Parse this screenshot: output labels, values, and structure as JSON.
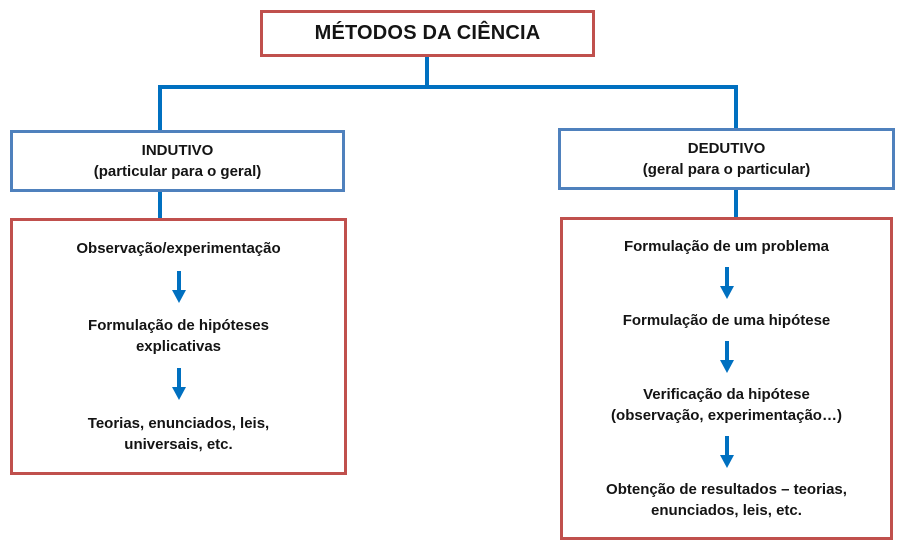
{
  "diagram": {
    "title": "MÉTODOS DA CIÊNCIA",
    "colors": {
      "title_border_red": "#C0504D",
      "branch_border_blue": "#4F81BD",
      "process_border_red": "#C0504D",
      "connector_blue": "#0070C0",
      "arrow_blue": "#0070C0",
      "text": "#141414",
      "background": "#ffffff"
    },
    "inductive": {
      "heading": "INDUTIVO",
      "subheading": "(particular para o geral)",
      "steps": [
        [
          "Observação/experimentação"
        ],
        [
          "Formulação de hipóteses",
          "explicativas"
        ],
        [
          "Teorias, enunciados, leis,",
          "universais, etc."
        ]
      ]
    },
    "deductive": {
      "heading": "DEDUTIVO",
      "subheading": "(geral para o particular)",
      "steps": [
        [
          "Formulação de um problema"
        ],
        [
          "Formulação de uma hipótese"
        ],
        [
          "Verificação da hipótese",
          "(observação, experimentação…)"
        ],
        [
          "Obtenção de resultados – teorias,",
          "enunciados, leis, etc."
        ]
      ]
    },
    "icons": {
      "down_arrow": "down-arrow-icon"
    }
  }
}
